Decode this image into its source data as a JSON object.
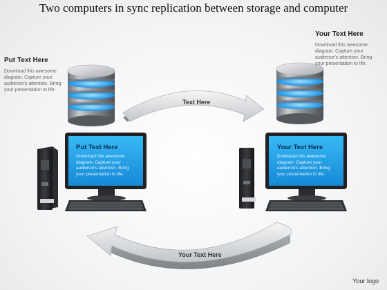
{
  "title": "Two computers in sync replication between storage and computer",
  "left_panel": {
    "heading": "Put Text Here",
    "body_lines": [
      "Download this awesome",
      "diagram. Capture your",
      "audience's attention. Bring",
      "your presentation to life."
    ]
  },
  "right_panel": {
    "heading": "Your Text Here",
    "body_lines": [
      "Download this awesome",
      "diagram. Capture your",
      "audience's attention. Bring",
      "your presentation to life."
    ]
  },
  "left_screen": {
    "heading": "Put Text Here",
    "body_lines": [
      "Download this awesome",
      "diagram. Capture your",
      "audience's attention. Bring",
      "your presentation to life."
    ]
  },
  "right_screen": {
    "heading": "Your Text Here",
    "body_lines": [
      "Download this awesome",
      "diagram. Capture your",
      "audience's attention. Bring",
      "your presentation to life."
    ]
  },
  "top_arrow_label": "Text Here",
  "bottom_arrow_label": "Your Text Here",
  "logo": "Your logo",
  "colors": {
    "screen_blue": "#1ea8ef",
    "database_glow": "#3fa9f5",
    "arrow_gray": "#cfd2d6"
  },
  "icons": [
    "database-icon",
    "monitor-icon",
    "tower-pc-icon",
    "keyboard-icon",
    "sync-arrow-icon"
  ]
}
